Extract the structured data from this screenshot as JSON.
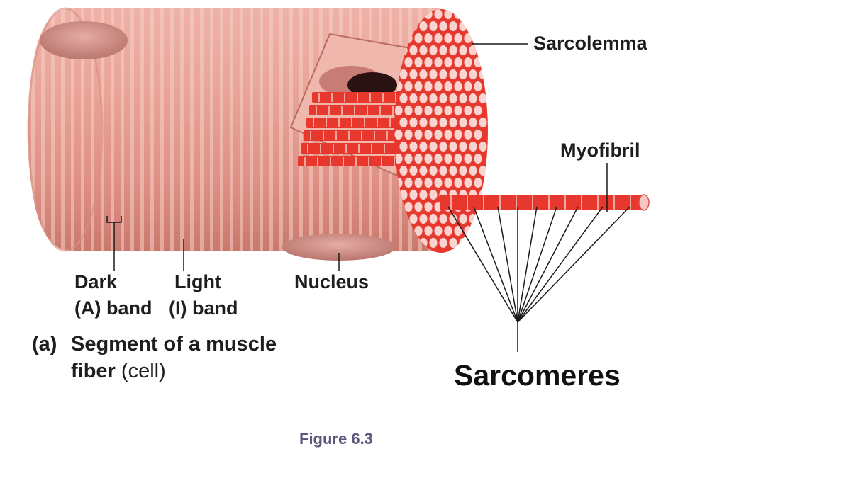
{
  "labels": {
    "sarcolemma": "Sarcolemma",
    "myofibril": "Myofibril",
    "dark_band_1": "Dark",
    "dark_band_2": "(A) band",
    "light_band_1": "Light",
    "light_band_2": "(I) band",
    "nucleus": "Nucleus",
    "sarcomeres": "Sarcomeres",
    "part_letter": "(a)",
    "segment_title_1": "Segment of a muscle",
    "segment_title_2_bold": "fiber",
    "segment_title_2_normal": "(cell)"
  },
  "caption": "Figure 6.3",
  "colors": {
    "fiber": "#e59a8e",
    "fiber_stripe_light": "#f3c6bd",
    "myofibril_red": "#e8372c",
    "myofibril_end": "#f7c7c2",
    "nucleus": "#c98a83",
    "line": "#1a1a1a",
    "caption": "#59597a"
  }
}
